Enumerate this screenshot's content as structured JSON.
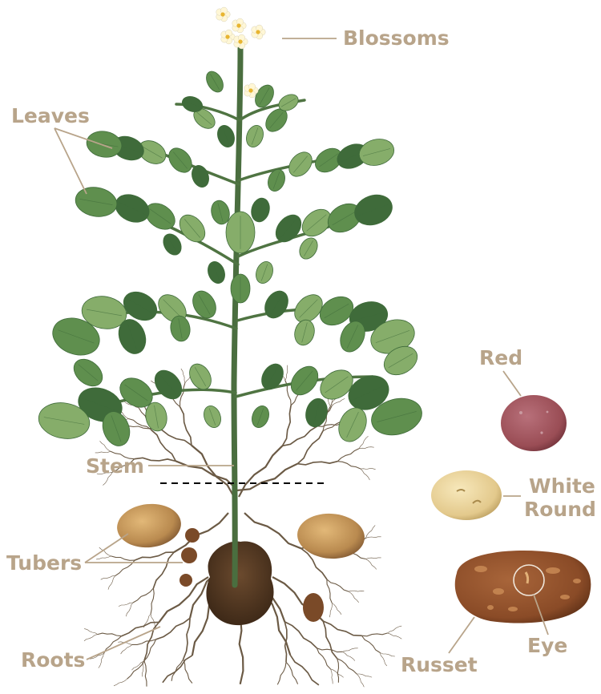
{
  "labels": {
    "blossoms": "Blossoms",
    "leaves": "Leaves",
    "stem": "Stem",
    "tubers": "Tubers",
    "roots": "Roots",
    "red": "Red",
    "white_round_line1": "White",
    "white_round_line2": "Round",
    "russet": "Russet",
    "eye": "Eye"
  },
  "colors": {
    "label_text": "#b8a48a",
    "leaf_dark": "#3f6b3a",
    "leaf_mid": "#5f8f4e",
    "leaf_light": "#86ad6a",
    "stem": "#4a6e3f",
    "tuber": "#b98a4f",
    "red_potato": "#9a4d55",
    "white_potato": "#e6cf96",
    "russet_potato": "#8e4f28",
    "roots": "#6b5a45",
    "soil_line": "#000000",
    "blossom": "#fff7d6"
  }
}
